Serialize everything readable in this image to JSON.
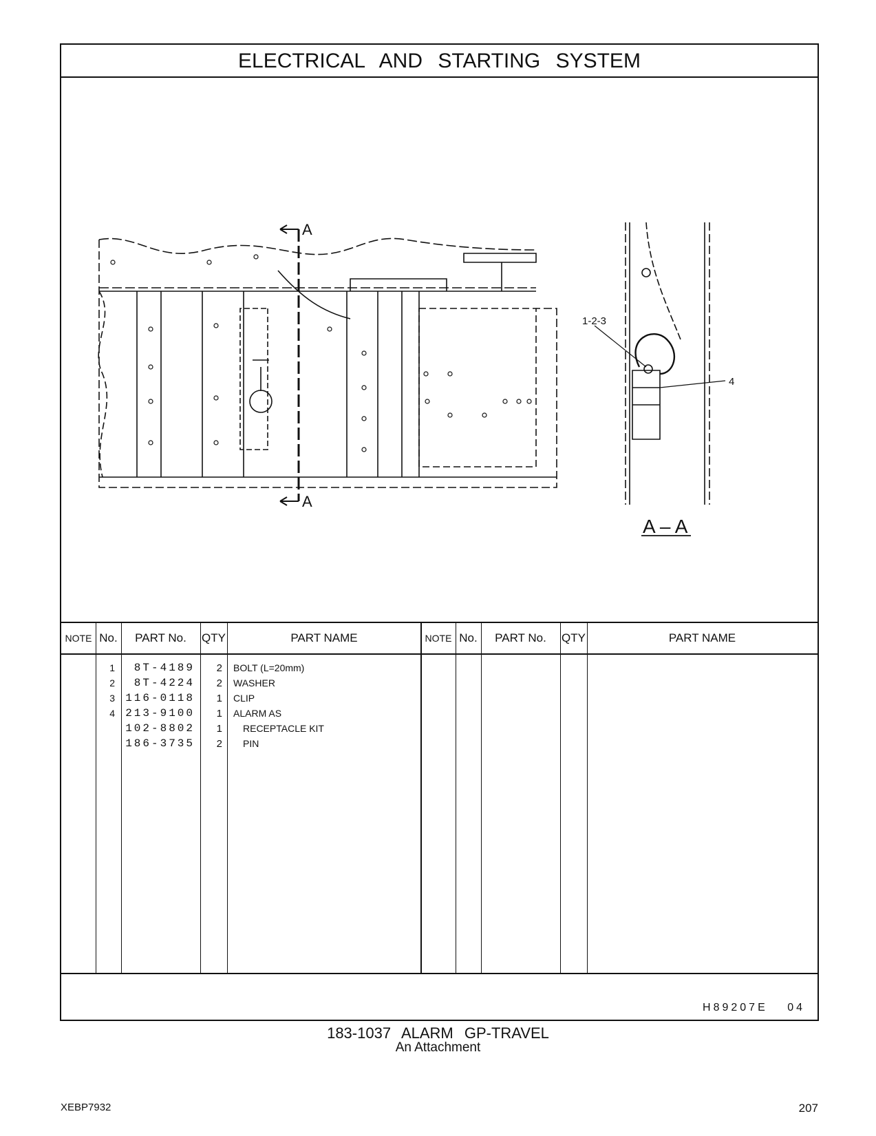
{
  "page_title": "ELECTRICAL AND STARTING SYSTEM",
  "drawing": {
    "section_marker": "A",
    "section_view_label": "A – A",
    "callout_1": "1-2-3",
    "callout_2": "4"
  },
  "table": {
    "headers": {
      "note": "NOTE",
      "no": "No.",
      "part_no": "PART No.",
      "qty": "QTY",
      "part_name": "PART NAME"
    },
    "rows": [
      {
        "no": "1",
        "part_no": "8T-4189",
        "qty": "2",
        "name": "BOLT (L=20mm)"
      },
      {
        "no": "2",
        "part_no": "8T-4224",
        "qty": "2",
        "name": "WASHER"
      },
      {
        "no": "3",
        "part_no": "116-0118",
        "qty": "1",
        "name": "CLIP"
      },
      {
        "no": "4",
        "part_no": "213-9100",
        "qty": "1",
        "name": "ALARM AS"
      },
      {
        "no": "",
        "part_no": "102-8802",
        "qty": "1",
        "name": "RECEPTACLE KIT"
      },
      {
        "no": "",
        "part_no": "186-3735",
        "qty": "2",
        "name": "PIN"
      }
    ]
  },
  "illustration_code": "H89207E 04",
  "caption": {
    "group": "183-1037 ALARM GP-TRAVEL",
    "subtitle": "An Attachment"
  },
  "footer": {
    "doc_id": "XEBP7932",
    "page_number": "207"
  }
}
